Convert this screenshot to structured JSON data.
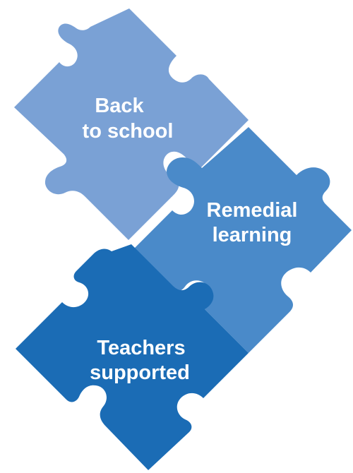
{
  "diagram": {
    "pieces": [
      {
        "id": "back-to-school",
        "line1": "Back",
        "line2": "to school",
        "color": "#7aa1d5"
      },
      {
        "id": "remedial-learning",
        "line1": "Remedial",
        "line2": "learning",
        "color": "#4a8ac9"
      },
      {
        "id": "teachers-supported",
        "line1": "Teachers",
        "line2": "supported",
        "color": "#1b6cb5"
      }
    ]
  }
}
